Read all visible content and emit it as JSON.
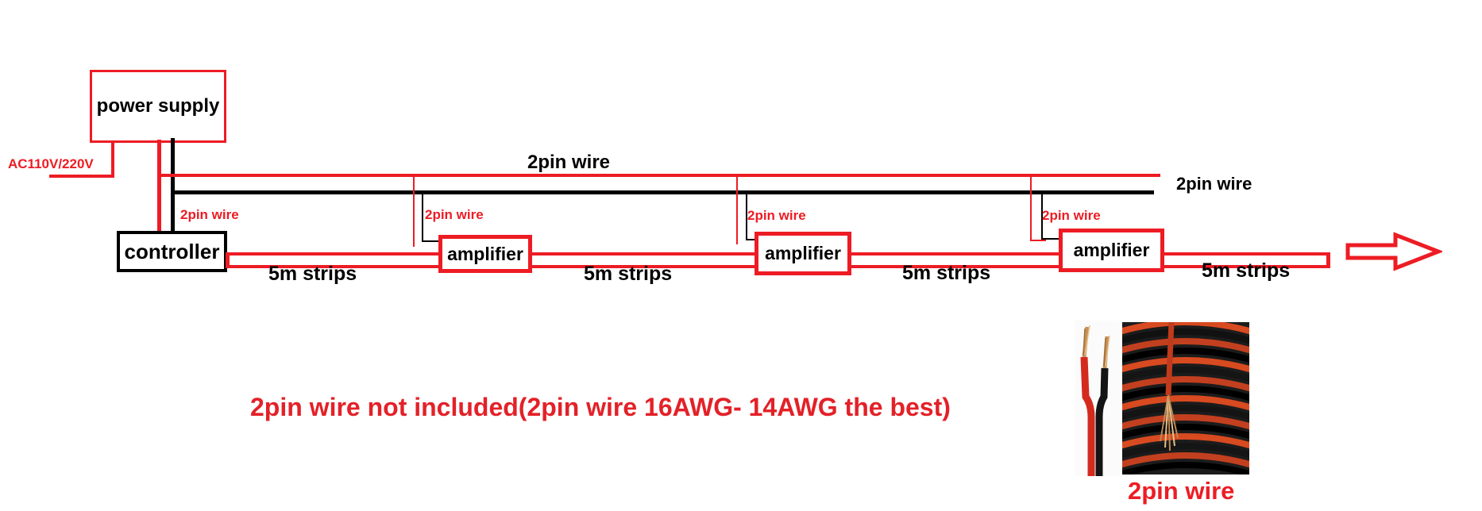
{
  "diagram": {
    "power_supply": "power supply",
    "ac_input": "AC110V/220V",
    "controller": "controller",
    "amplifiers": [
      "amplifier",
      "amplifier",
      "amplifier"
    ],
    "wire_label_top": "2pin wire",
    "wire_label_right": "2pin wire",
    "drop_labels": [
      "2pin wire",
      "2pin wire",
      "2pin wire",
      "2pin wire"
    ],
    "strip_labels": [
      "5m strips",
      "5m strips",
      "5m strips",
      "5m strips"
    ],
    "flow_arrow": "right-arrow"
  },
  "note": {
    "text": "2pin wire not included(2pin wire 16AWG- 14AWG the best)"
  },
  "photo": {
    "caption": "2pin wire"
  },
  "colors": {
    "wire_red": "#ed1c24",
    "wire_black": "#000000",
    "note_red": "#e32128"
  }
}
